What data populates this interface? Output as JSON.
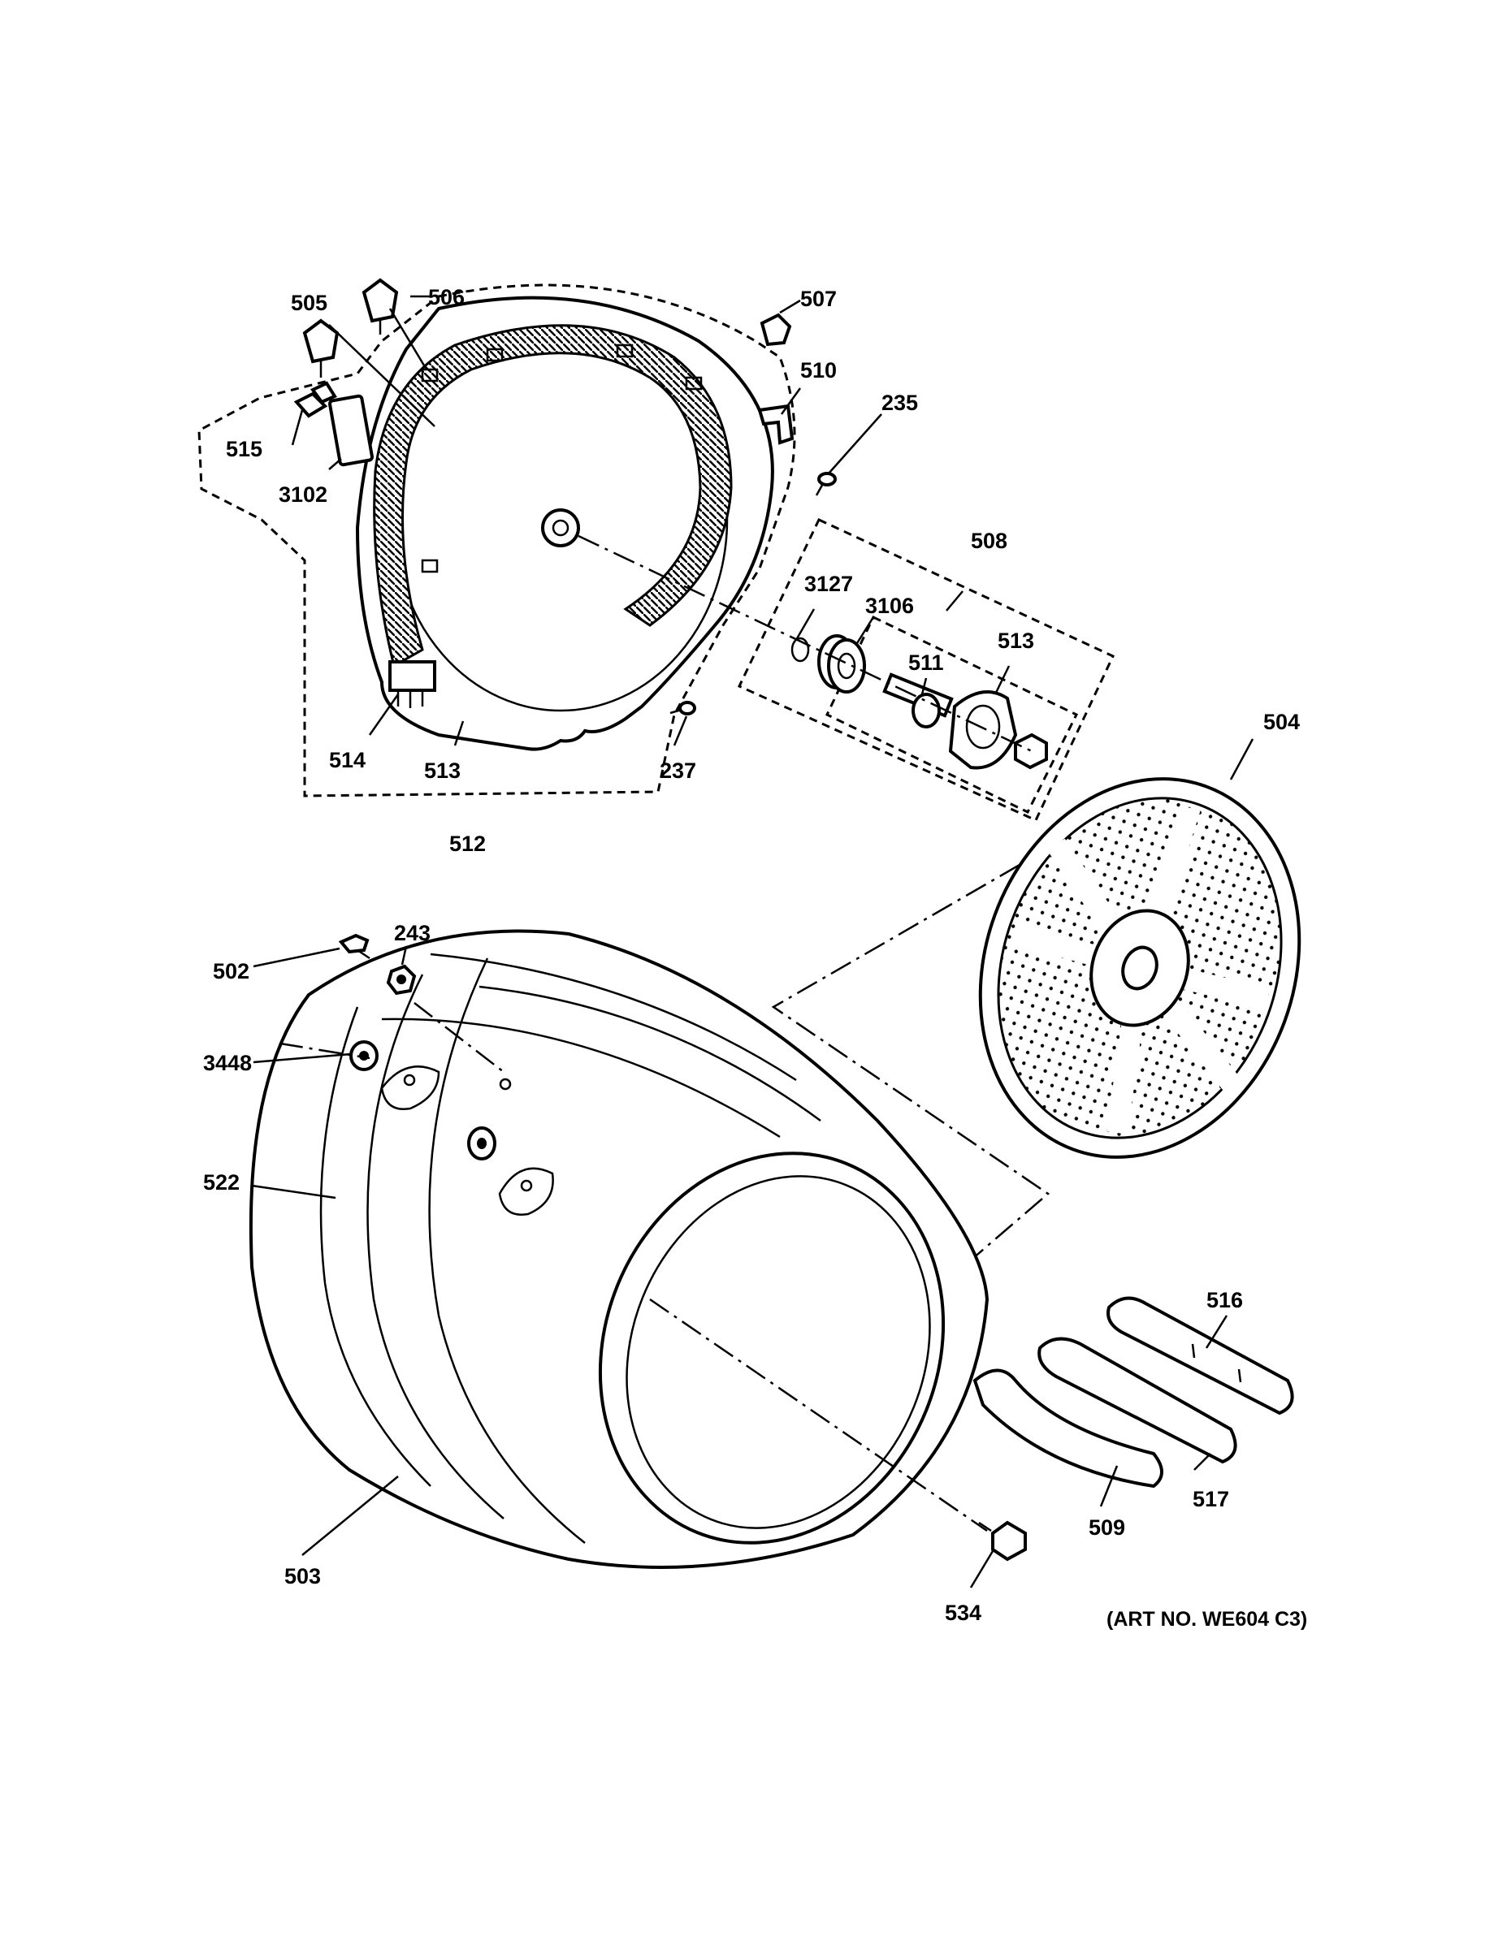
{
  "callouts": {
    "c505": "505",
    "c506": "506",
    "c507": "507",
    "c510": "510",
    "c235": "235",
    "c515": "515",
    "c3102": "3102",
    "c508": "508",
    "c3127": "3127",
    "c3106": "3106",
    "c513_bearing": "513",
    "c511": "511",
    "c514": "514",
    "c513_bulkhead": "513",
    "c237": "237",
    "c512": "512",
    "c504": "504",
    "c502": "502",
    "c243": "243",
    "c3448": "3448",
    "c522": "522",
    "c516": "516",
    "c517": "517",
    "c509": "509",
    "c503": "503",
    "c534": "534"
  },
  "art_number": "(ART NO. WE604 C3)"
}
